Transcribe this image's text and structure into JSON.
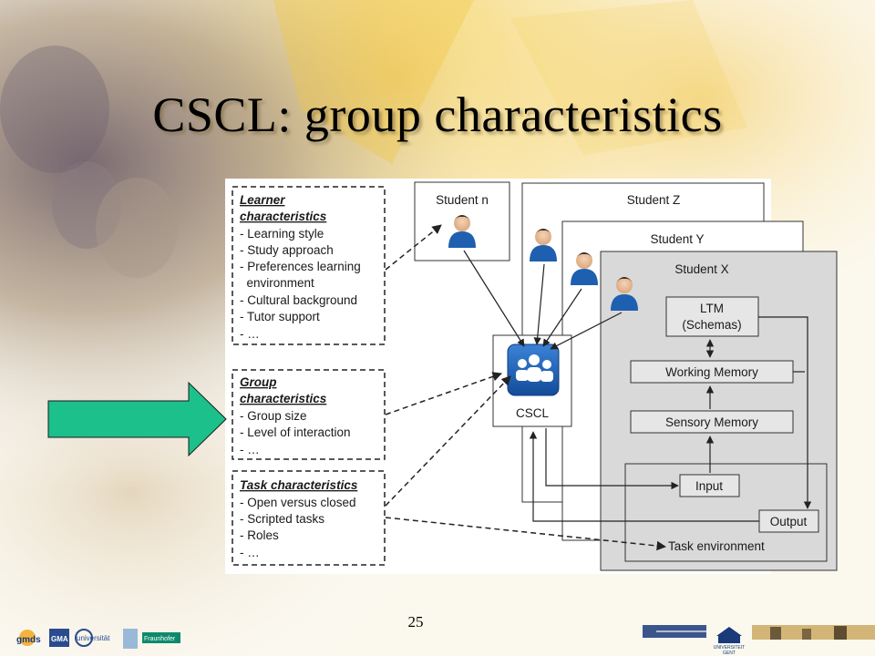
{
  "title": "CSCL: group characteristics",
  "page_number": "25",
  "diagram": {
    "learner": {
      "header1": "Learner",
      "header2": "characteristics",
      "items": [
        "- Learning style",
        "- Study approach",
        "- Preferences learning",
        "  environment",
        "- Cultural background",
        "- Tutor support",
        "- …"
      ]
    },
    "group": {
      "header1": "Group",
      "header2": "characteristics",
      "items": [
        "- Group size",
        "- Level of interaction",
        "- …"
      ]
    },
    "task": {
      "header1": "Task characteristics",
      "items": [
        "- Open versus closed",
        "- Scripted tasks",
        "- Roles",
        "- …"
      ]
    },
    "student_n": "Student n",
    "student_z": "Student Z",
    "student_y": "Student Y",
    "student_x": "Student X",
    "cscl": "CSCL",
    "ltm_line1": "LTM",
    "ltm_line2": "(Schemas)",
    "working_memory": "Working Memory",
    "sensory_memory": "Sensory Memory",
    "input": "Input",
    "output": "Output",
    "task_environment": "Task environment"
  },
  "footer": {
    "logos": [
      "gmds",
      "GMA",
      "universität",
      "Fraunhofer"
    ],
    "right_logo_line1": "UNIVERSITEIT",
    "right_logo_line2": "GENT"
  },
  "colors": {
    "arrow_green": "#1cc08a",
    "icon_blue": "#1f5fb0",
    "box_gray": "#d9d9d9"
  }
}
